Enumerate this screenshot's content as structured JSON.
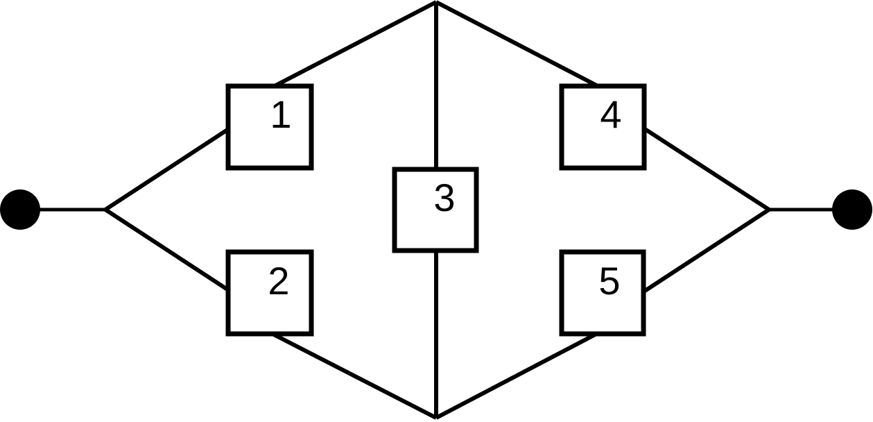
{
  "diagram": {
    "kind": "bridge-network-block-diagram",
    "background_color": "#ffffff",
    "stroke_color": "#000000",
    "blocks": [
      {
        "id": "1",
        "label": "1",
        "position": "upper-left"
      },
      {
        "id": "2",
        "label": "2",
        "position": "lower-left"
      },
      {
        "id": "3",
        "label": "3",
        "position": "center-bridge"
      },
      {
        "id": "4",
        "label": "4",
        "position": "upper-right"
      },
      {
        "id": "5",
        "label": "5",
        "position": "lower-right"
      }
    ],
    "terminals": [
      {
        "id": "source",
        "shape": "filled-circle",
        "side": "left"
      },
      {
        "id": "sink",
        "shape": "filled-circle",
        "side": "right"
      }
    ],
    "connections": [
      {
        "from": "source",
        "to": "left-junction"
      },
      {
        "from": "left-junction",
        "to": "1"
      },
      {
        "from": "left-junction",
        "to": "2"
      },
      {
        "from": "1",
        "to": "top-apex"
      },
      {
        "from": "top-apex",
        "to": "4"
      },
      {
        "from": "top-apex",
        "to": "3"
      },
      {
        "from": "3",
        "to": "bottom-apex"
      },
      {
        "from": "2",
        "to": "bottom-apex"
      },
      {
        "from": "bottom-apex",
        "to": "5"
      },
      {
        "from": "4",
        "to": "right-junction"
      },
      {
        "from": "5",
        "to": "right-junction"
      },
      {
        "from": "right-junction",
        "to": "sink"
      }
    ]
  }
}
